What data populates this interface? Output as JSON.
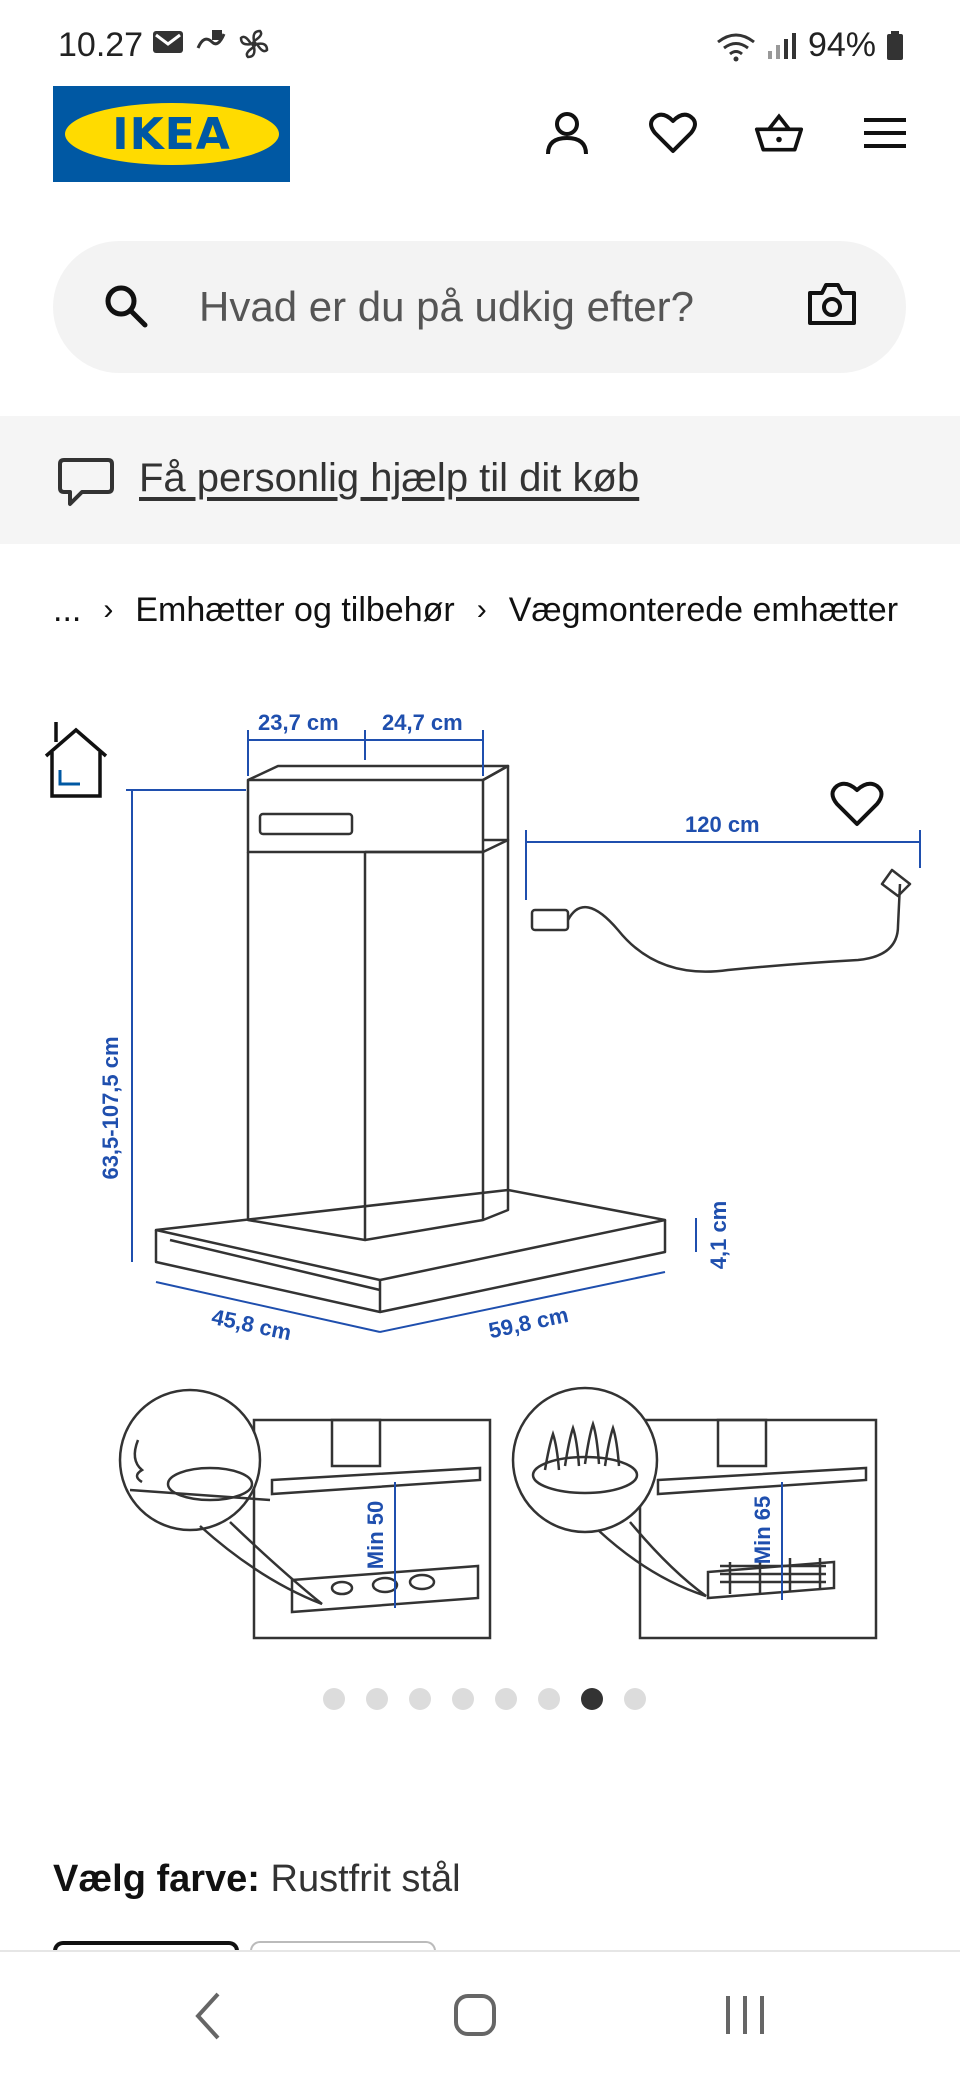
{
  "status_bar": {
    "time": "10.27",
    "battery": "94%"
  },
  "header": {
    "logo_text": "IKEA",
    "icons": [
      "account-icon",
      "heart-icon",
      "basket-icon",
      "menu-icon"
    ]
  },
  "search": {
    "placeholder": "Hvad er du på udkig efter?"
  },
  "help_banner": {
    "link_text": "Få personlig hjælp til dit køb"
  },
  "breadcrumb": {
    "ellipsis": "...",
    "items": [
      "Emhætter og tilbehør",
      "Vægmonterede emhætter"
    ]
  },
  "gallery": {
    "dimensions": {
      "top_depth": "23,7 cm",
      "top_width": "24,7 cm",
      "height": "63,5-107,5 cm",
      "cord_length": "120 cm",
      "canopy_thickness": "4,1 cm",
      "base_depth": "45,8 cm",
      "base_width": "59,8 cm",
      "clearance_electric": "Min 50",
      "clearance_gas": "Min 65"
    },
    "slide_count": 8,
    "active_slide": 7
  },
  "color_select": {
    "label": "Vælg farve:",
    "value": "Rustfrit stål"
  },
  "colors": {
    "ikea_blue": "#0058a3",
    "ikea_yellow": "#ffdb00",
    "dimension_blue": "#1f4fae"
  }
}
